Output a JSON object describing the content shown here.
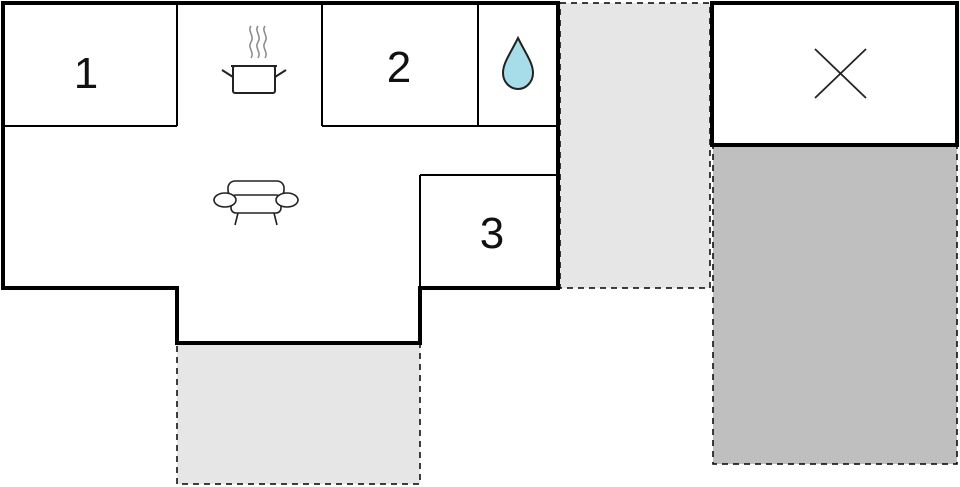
{
  "floorplan": {
    "rooms": [
      {
        "id": "bedroom-1",
        "label": "1",
        "icon": "none"
      },
      {
        "id": "kitchen",
        "label": "",
        "icon": "cooking-pot-icon"
      },
      {
        "id": "bedroom-2",
        "label": "2",
        "icon": "none"
      },
      {
        "id": "bathroom",
        "label": "",
        "icon": "water-drop-icon"
      },
      {
        "id": "living-room",
        "label": "",
        "icon": "sofa-icon"
      },
      {
        "id": "bedroom-3",
        "label": "3",
        "icon": "none"
      },
      {
        "id": "annex",
        "label": "",
        "icon": "cross-icon"
      }
    ],
    "outdoor_areas": [
      {
        "id": "terrace-south",
        "shade": "light"
      },
      {
        "id": "terrace-east",
        "shade": "light"
      },
      {
        "id": "garden-east",
        "shade": "dark"
      }
    ],
    "colors": {
      "wall": "#000000",
      "light_area": "#e6e6e6",
      "dark_area": "#bfbfbf",
      "water_drop": "#a6dde9",
      "icon_stroke": "#222222",
      "steam": "#888888"
    }
  }
}
